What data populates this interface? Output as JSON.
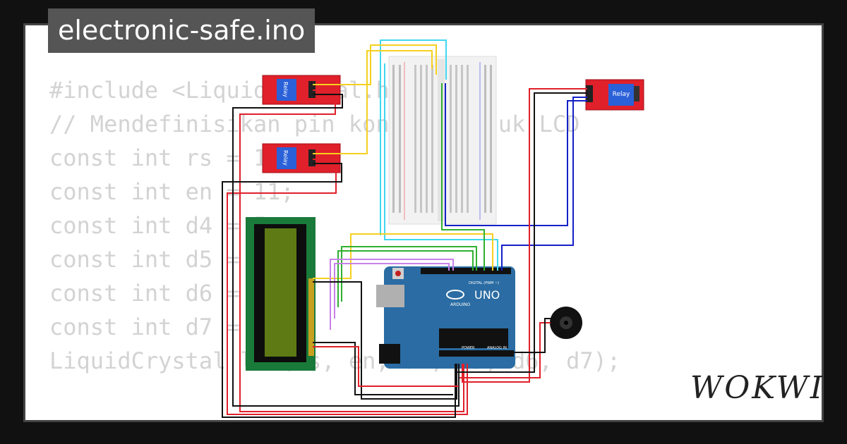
{
  "project": {
    "filename": "electronic-safe.ino",
    "brand": "WOKWI"
  },
  "code_lines": [
    "#include <LiquidCrystal.h>",
    "",
    "// Mendefinisikan pin koneksi untuk LCD",
    "const int rs = 12;",
    "const int en = 11;",
    "const int d4 = 5;",
    "const int d5 = 4;",
    "const int d6 = 3;",
    "const int d7 = 2;",
    "",
    "LiquidCrystal lcd(rs, en, d4, d5, d6, d7);"
  ],
  "components": {
    "relay_label": "Relay",
    "arduino_model": "UNO",
    "arduino_brand": "ARDUINO",
    "digital_label": "DIGITAL (PWM ~)",
    "power_label": "POWER",
    "analog_label": "ANALOG IN"
  },
  "colors": {
    "relay": "#e0202a",
    "arduino": "#2a6ca3",
    "lcd_board": "#1a7a3a",
    "lcd_screen": "#5d7a14",
    "wire_red": "#e0202a",
    "wire_black": "#111111",
    "wire_blue": "#1420c8",
    "wire_yellow": "#f5d020",
    "wire_cyan": "#40d8f0",
    "wire_green": "#30b030",
    "wire_violet": "#c880e8"
  }
}
